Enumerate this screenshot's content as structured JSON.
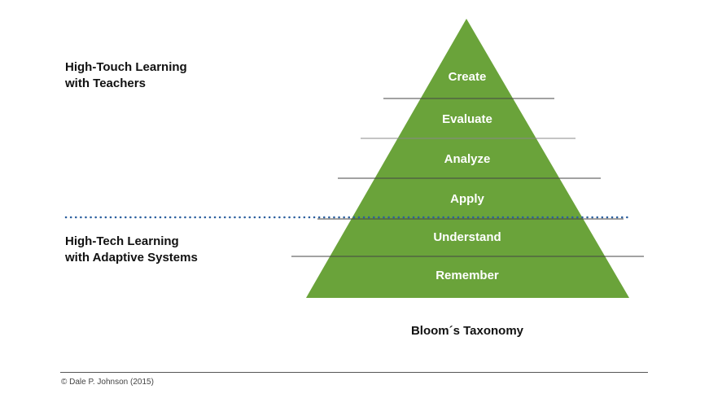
{
  "groups": {
    "top": {
      "line1": "High-Touch Learning",
      "line2": "with Teachers"
    },
    "bottom": {
      "line1": "High-Tech Learning",
      "line2": "with Adaptive Systems"
    }
  },
  "pyramid": {
    "levels": [
      "Create",
      "Evaluate",
      "Analyze",
      "Apply",
      "Understand",
      "Remember"
    ],
    "fill_color": "#6aa33a",
    "divider_color": "#444444",
    "dotted_line_color": "#2b5f9e"
  },
  "caption": "Bloom´s Taxonomy",
  "footer": {
    "copyright": "© Dale P. Johnson (2015)"
  }
}
